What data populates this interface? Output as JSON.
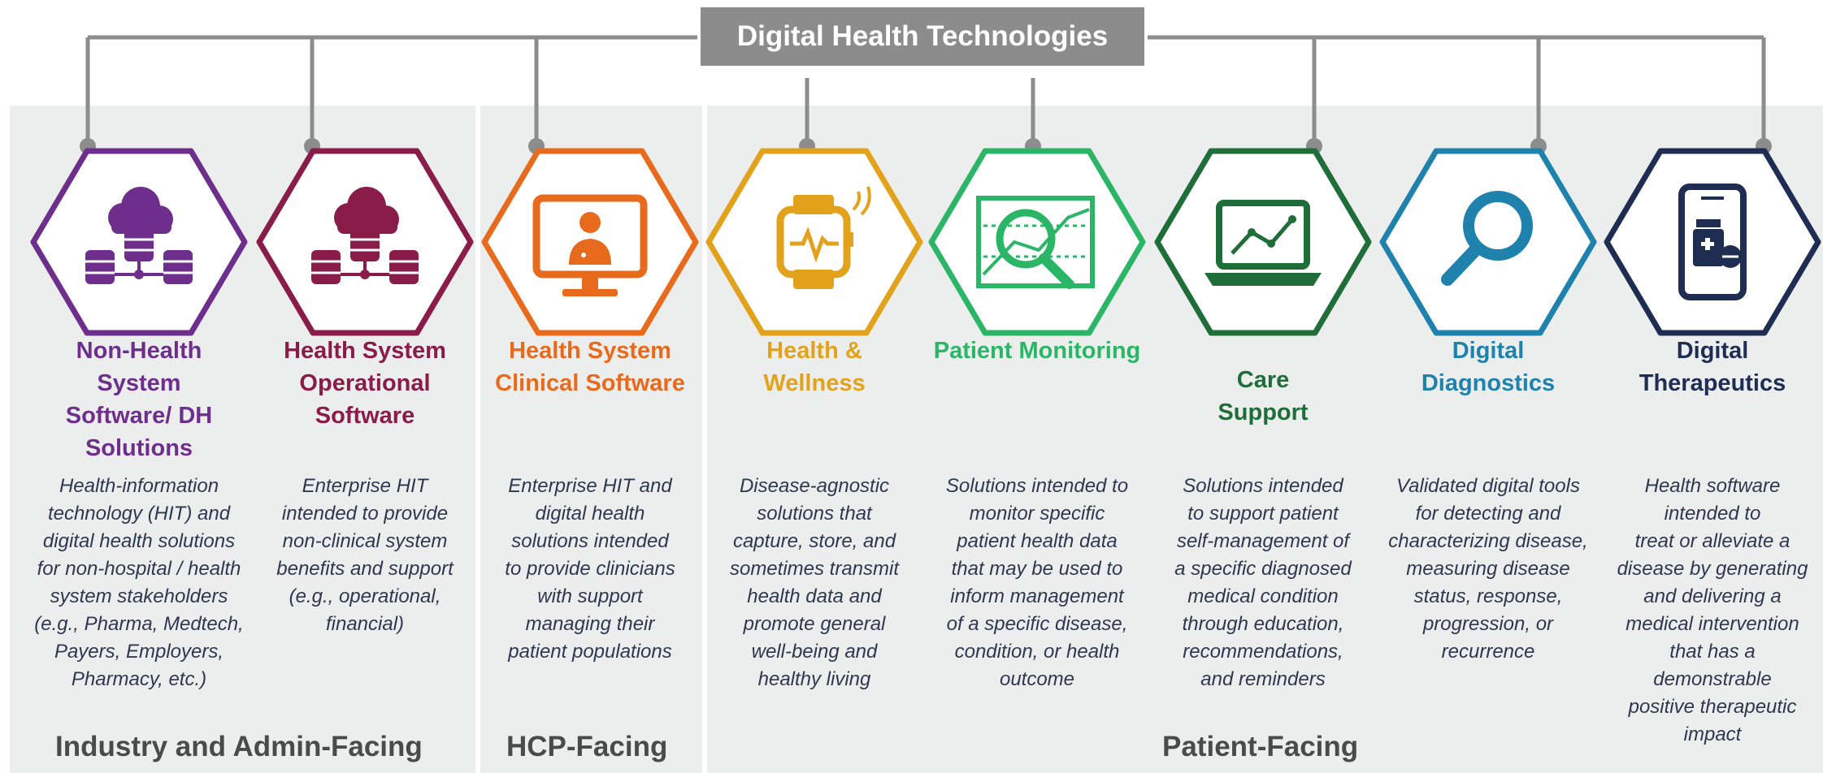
{
  "title": "Digital Health Technologies",
  "colors": {
    "connector": "#8c8c8c",
    "band_background": "#eceeee",
    "description_text": "#2d3850",
    "section_label": "#4a4a4a"
  },
  "columns": [
    {
      "id": "non-health-system",
      "title": "Non-Health System Software/ DH Solutions",
      "title_lines": [
        "Non-Health",
        "System",
        "Software/ DH",
        "Solutions"
      ],
      "color": "#6e2f8c",
      "icon": "cloud-database-icon",
      "description": "Health-information technology (HIT) and digital health solutions for non-hospital / health system stakeholders (e.g., Pharma, Medtech, Payers, Employers, Pharmacy, etc.)",
      "description_lines": [
        "Health-information",
        "technology (HIT) and",
        "digital health solutions",
        "for non-hospital / health",
        "system stakeholders",
        "(e.g., Pharma, Medtech,",
        "Payers, Employers,",
        "Pharmacy, etc.)"
      ]
    },
    {
      "id": "health-system-operational",
      "title": "Health System Operational Software",
      "title_lines": [
        "Health System",
        "Operational",
        "Software"
      ],
      "color": "#8a1c4a",
      "icon": "cloud-database-icon",
      "description": "Enterprise HIT intended to provide non-clinical system benefits and support (e.g., operational, financial)",
      "description_lines": [
        "Enterprise HIT",
        "intended to provide",
        "non-clinical system",
        "benefits and support",
        "(e.g., operational,",
        "financial)"
      ]
    },
    {
      "id": "health-system-clinical",
      "title": "Health System Clinical Software",
      "title_lines": [
        "Health System",
        "Clinical Software"
      ],
      "color": "#e86a1c",
      "icon": "doctor-monitor-icon",
      "description": "Enterprise HIT and digital health solutions intended to provide clinicians with support managing their patient populations",
      "description_lines": [
        "Enterprise HIT and",
        "digital health",
        "solutions intended",
        "to provide clinicians",
        "with support",
        "managing their",
        "patient populations"
      ]
    },
    {
      "id": "health-wellness",
      "title": "Health & Wellness",
      "title_lines": [
        "Health &",
        "Wellness"
      ],
      "color": "#e3a21c",
      "icon": "smartwatch-icon",
      "description": "Disease-agnostic solutions that capture, store, and sometimes transmit health data and promote general well-being and healthy living",
      "description_lines": [
        "Disease-agnostic",
        "solutions that",
        "capture, store, and",
        "sometimes transmit",
        "health data and",
        "promote general",
        "well-being and",
        "healthy living"
      ]
    },
    {
      "id": "patient-monitoring",
      "title": "Patient Monitoring",
      "title_lines": [
        "Patient Monitoring"
      ],
      "color": "#2bb667",
      "icon": "magnifier-chart-icon",
      "description": "Solutions intended to monitor specific patient health data that may be used to inform management of a specific disease, condition, or health outcome",
      "description_lines": [
        "Solutions intended to",
        "monitor specific",
        "patient health data",
        "that may be used to",
        "inform management",
        "of a specific disease,",
        "condition, or health",
        "outcome"
      ]
    },
    {
      "id": "care-support",
      "title": "Care Support",
      "title_lines": [
        "Care",
        "Support"
      ],
      "color": "#1f6e39",
      "icon": "laptop-chart-icon",
      "description": "Solutions intended to support patient self-management of a specific diagnosed medical condition through education, recommendations, and reminders",
      "description_lines": [
        "Solutions intended",
        "to support patient",
        "self-management of",
        "a specific diagnosed",
        "medical condition",
        "through education,",
        "recommendations,",
        "and reminders"
      ]
    },
    {
      "id": "digital-diagnostics",
      "title": "Digital Diagnostics",
      "title_lines": [
        "Digital Diagnostics"
      ],
      "color": "#1f82ad",
      "icon": "magnifying-glass-icon",
      "description": "Validated digital tools for detecting and characterizing disease, measuring disease status, response, progression, or recurrence",
      "description_lines": [
        "Validated digital tools",
        "for detecting and",
        "characterizing disease,",
        "measuring disease",
        "status, response,",
        "progression, or",
        "recurrence"
      ]
    },
    {
      "id": "digital-therapeutics",
      "title": "Digital Therapeutics",
      "title_lines": [
        "Digital",
        "Therapeutics"
      ],
      "color": "#1f2d52",
      "icon": "phone-medication-icon",
      "description": "Health software intended to treat or alleviate a disease by generating and delivering a medical intervention that has a demonstrable positive therapeutic impact",
      "description_lines": [
        "Health software",
        "intended to",
        "treat or alleviate a",
        "disease by generating",
        "and delivering a",
        "medical intervention",
        "that has a",
        "demonstrable",
        "positive therapeutic",
        "impact"
      ]
    }
  ],
  "sections": {
    "industry": "Industry and Admin-Facing",
    "hcp": "HCP-Facing",
    "patient": "Patient-Facing"
  }
}
